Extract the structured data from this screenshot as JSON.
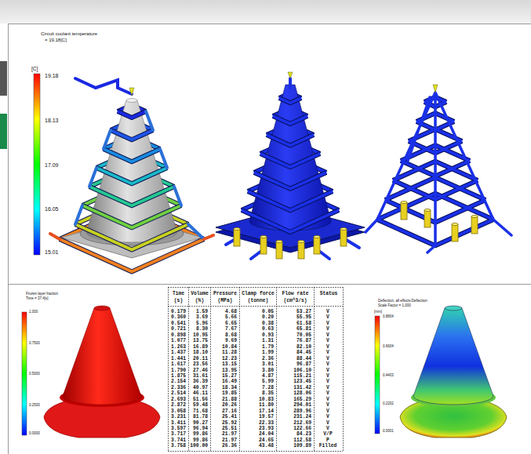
{
  "diagram": {
    "labels": [
      "Circuit coolant temperature",
      "= 19.18[C]",
      "[C]",
      "19.18",
      "18.13",
      "17.09",
      "16.05",
      "15.01",
      "Frozen layer fraction",
      "Time = 37.4[s]",
      "1.000",
      "0.7500",
      "0.5000",
      "0.2500",
      "0.0000",
      "Deflection, all effects:Deflection",
      "Scale Factor = 1.000",
      "[mm]",
      "0.8804",
      "0.6604",
      "0.4403",
      "0.2202",
      "0.0001",
      "Time",
      "(s)",
      "Volume",
      "(%)",
      "Pressure",
      "(MPa)",
      "Clamp force",
      "(tonne)",
      "Flow rate",
      "(cm^3/s)",
      "Status",
      "0.179",
      "1.59",
      "4.68",
      "0.05",
      "53.27",
      "V",
      "0.360",
      "3.69",
      "5.66",
      "0.20",
      "55.95",
      "V",
      "0.541",
      "5.96",
      "6.65",
      "0.38",
      "61.58",
      "V",
      "0.721",
      "8.30",
      "7.67",
      "0.63",
      "65.81",
      "V",
      "0.898",
      "10.95",
      "8.68",
      "0.93",
      "70.05",
      "V",
      "1.077",
      "13.75",
      "9.69",
      "1.31",
      "76.87",
      "V",
      "1.263",
      "16.89",
      "10.84",
      "1.79",
      "82.10",
      "V",
      "1.437",
      "18.10",
      "11.28",
      "1.99",
      "84.45",
      "V",
      "1.441",
      "20.11",
      "12.23",
      "2.36",
      "88.44",
      "V",
      "1.617",
      "23.56",
      "13.15",
      "3.01",
      "96.87",
      "V",
      "1.790",
      "27.46",
      "13.95",
      "3.80",
      "106.10",
      "V",
      "1.875",
      "31.61",
      "15.27",
      "4.87",
      "115.21",
      "V",
      "2.154",
      "36.39",
      "16.49",
      "5.99",
      "123.45",
      "V",
      "2.336",
      "40.97",
      "18.34",
      "7.28",
      "131.42",
      "V",
      "2.514",
      "46.11",
      "19.85",
      "8.35",
      "128.06",
      "V",
      "2.693",
      "51.56",
      "21.88",
      "10.83",
      "165.29",
      "V",
      "2.872",
      "59.48",
      "20.26",
      "11.80",
      "294.01",
      "V",
      "3.058",
      "71.68",
      "27.16",
      "17.14",
      "289.96",
      "V",
      "3.231",
      "81.78",
      "25.41",
      "19.57",
      "231.24",
      "V",
      "3.411",
      "90.27",
      "25.92",
      "22.33",
      "212.69",
      "V",
      "3.597",
      "96.94",
      "25.51",
      "23.93",
      "122.66",
      "V",
      "3.717",
      "99.86",
      "21.97",
      "24.04",
      "84.23",
      "V/P",
      "3.741",
      "99.86",
      "21.97",
      "24.65",
      "112.58",
      "P",
      "3.758",
      "100.00",
      "26.36",
      "43.48",
      "109.89",
      "Filled"
    ]
  }
}
